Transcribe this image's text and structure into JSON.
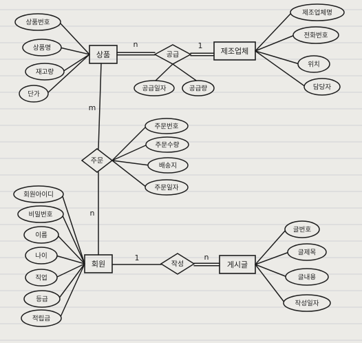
{
  "theme": {
    "paper": "#ecebe7",
    "rule": "#c9c9cf",
    "ink": "#1d1d1d"
  },
  "entities": {
    "product": "상품",
    "manufacturer": "제조업체",
    "member": "회원",
    "post": "게시글"
  },
  "relationships": {
    "supply": "공급",
    "order": "주문",
    "write": "작성"
  },
  "attributes": {
    "product": [
      "상품번호",
      "상품명",
      "재고량",
      "단가"
    ],
    "manufacturer": [
      "제조업체명",
      "전화번호",
      "위치",
      "담당자"
    ],
    "supply": [
      "공급일자",
      "공급량"
    ],
    "order": [
      "주문번호",
      "주문수량",
      "배송지",
      "주문일자"
    ],
    "member": [
      "회원아이디",
      "비밀번호",
      "이름",
      "나이",
      "직업",
      "등급",
      "적립금"
    ],
    "post": [
      "글번호",
      "글제목",
      "글내용",
      "작성일자"
    ]
  },
  "cardinalities": {
    "supply_product": "n",
    "supply_manufacturer": "1",
    "order_product": "m",
    "order_member": "n",
    "write_member": "1",
    "write_post": "n"
  }
}
